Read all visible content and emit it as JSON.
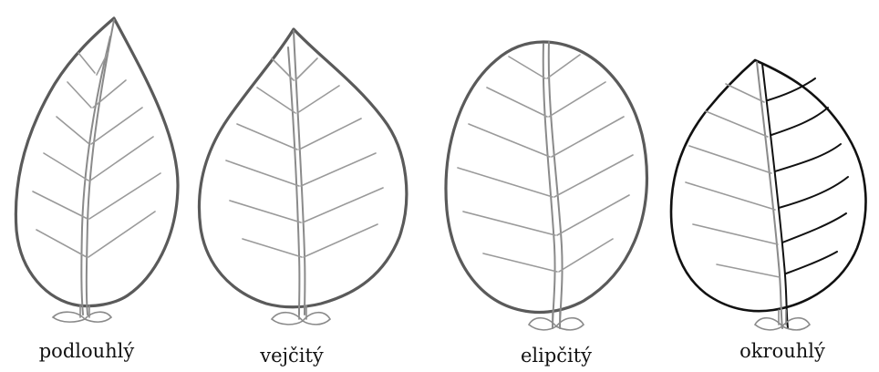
{
  "leaves": [
    {
      "label": "podlouhlý"
    },
    {
      "label": "vejčitý"
    },
    {
      "label": "elipčitý"
    },
    {
      "label": "okrouhlý"
    }
  ]
}
